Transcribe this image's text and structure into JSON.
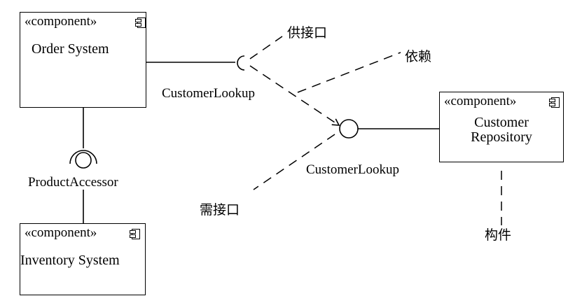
{
  "components": {
    "order_system": {
      "stereotype": "«component»",
      "name": "Order System"
    },
    "inventory_system": {
      "stereotype": "«component»",
      "name": "Inventory System"
    },
    "customer_repository": {
      "stereotype": "«component»",
      "name_line1": "Customer",
      "name_line2": "Repository"
    }
  },
  "interfaces": {
    "provided_customer_lookup": "CustomerLookup",
    "required_customer_lookup": "CustomerLookup",
    "product_accessor": "ProductAccessor"
  },
  "annotations": {
    "provided_interface": "供接口",
    "dependency": "依赖",
    "required_interface": "需接口",
    "component": "构件"
  }
}
